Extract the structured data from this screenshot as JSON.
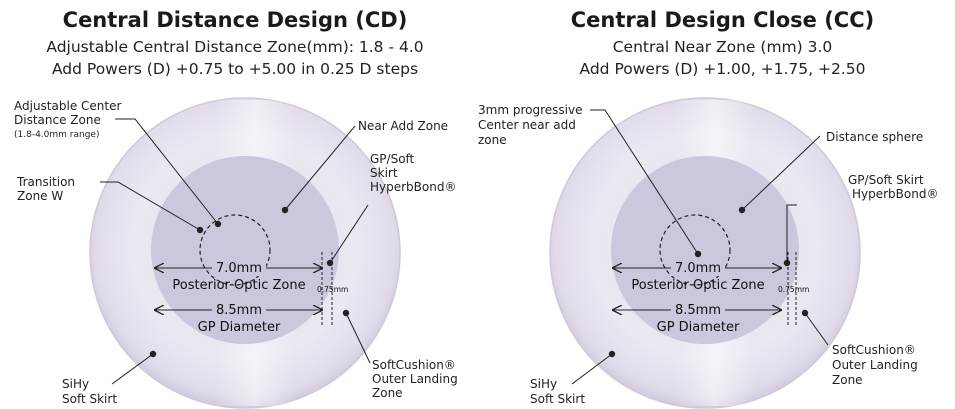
{
  "left": {
    "title": "Central Distance Design (CD)",
    "subtitle1": "Adjustable Central Distance Zone(mm): 1.8 - 4.0",
    "subtitle2": "Add Powers (D) +0.75 to +5.00 in 0.25 D steps",
    "labels": {
      "center_zone_1": "Adjustable Center",
      "center_zone_2": "Distance Zone",
      "center_zone_3": "(1.8-4.0mm range)",
      "near_add": "Near Add Zone",
      "transition_1": "Transition",
      "transition_2": "Zone W",
      "gp_soft_1": "GP/Soft",
      "gp_soft_2": "Skirt",
      "gp_soft_3": "HyperbBond®",
      "dim_70": "7.0mm",
      "posterior": "Posterior Optic Zone",
      "dim_075": "0.75mm",
      "dim_85": "8.5mm",
      "gp_diameter": "GP Diameter",
      "softcushion_1": "SoftCushion®",
      "softcushion_2": "Outer Landing",
      "softcushion_3": "Zone",
      "sihy_1": "SiHy",
      "sihy_2": "Soft Skirt"
    }
  },
  "right": {
    "title": "Central Design Close (CC)",
    "subtitle1": "Central Near Zone (mm) 3.0",
    "subtitle2": "Add Powers (D) +1.00, +1.75, +2.50",
    "labels": {
      "progressive_1": "3mm progressive",
      "progressive_2": "Center near add",
      "progressive_3": "zone",
      "distance_sphere": "Distance sphere",
      "gp_soft_1": "GP/Soft Skirt",
      "gp_soft_2": "HyperbBond®",
      "dim_70": "7.0mm",
      "posterior": "Posterior Optic Zone",
      "dim_075": "0.75mm",
      "dim_85": "8.5mm",
      "gp_diameter": "GP Diameter",
      "softcushion_1": "SoftCushion®",
      "softcushion_2": "Outer Landing",
      "softcushion_3": "Zone",
      "sihy_1": "SiHy",
      "sihy_2": "Soft Skirt"
    }
  },
  "colors": {
    "outer_lens": "#ebe6f1",
    "outer_edge": "#cfc8da",
    "inner_zone": "#cdc6dd",
    "line": "#222222"
  }
}
